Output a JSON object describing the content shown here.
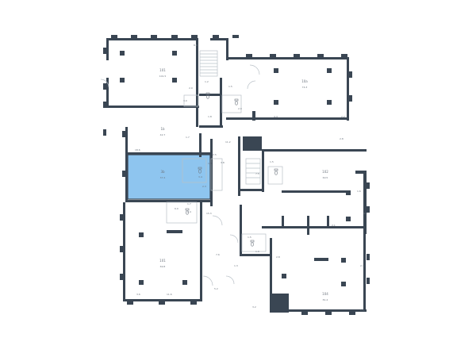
{
  "plan": {
    "highlight_color": "#8ec5ef",
    "wall_color": "#3a4653",
    "rooms": [
      {
        "id": "r1",
        "name": "101",
        "area": "101.5"
      },
      {
        "id": "r2",
        "name": "10a",
        "area": "74.3"
      },
      {
        "id": "r3",
        "name": "1b",
        "area": "42.7"
      },
      {
        "id": "r4",
        "name": "3b",
        "area": "37.4"
      },
      {
        "id": "r5",
        "name": "102",
        "area": "60.5"
      },
      {
        "id": "r6",
        "name": "101",
        "area": "69.8"
      },
      {
        "id": "r7",
        "name": "104",
        "area": "81.4"
      }
    ],
    "small_labels": [
      "8.6",
      "1.2",
      "2.0",
      "1.5",
      "2.9",
      "3.0",
      "4.4",
      "2.2",
      "1.8",
      "18.6",
      "1.7",
      "2.5",
      "1.3",
      "3.8",
      "3.4",
      "2.3",
      "7.5",
      "1.5",
      "11.2",
      "2.8",
      "1.6",
      "3.0",
      "2.1",
      "15.3",
      "6.0",
      "2.4",
      "1.5",
      "1.9",
      "7.6",
      "5.2",
      "1.3",
      "2.8",
      "2.4",
      "11.6",
      "3.6",
      "1.1",
      "3.2",
      "1.7"
    ],
    "icons": [
      "wc-icon",
      "wc-icon",
      "wc-icon",
      "wc-icon",
      "wc-icon",
      "wc-icon"
    ]
  }
}
